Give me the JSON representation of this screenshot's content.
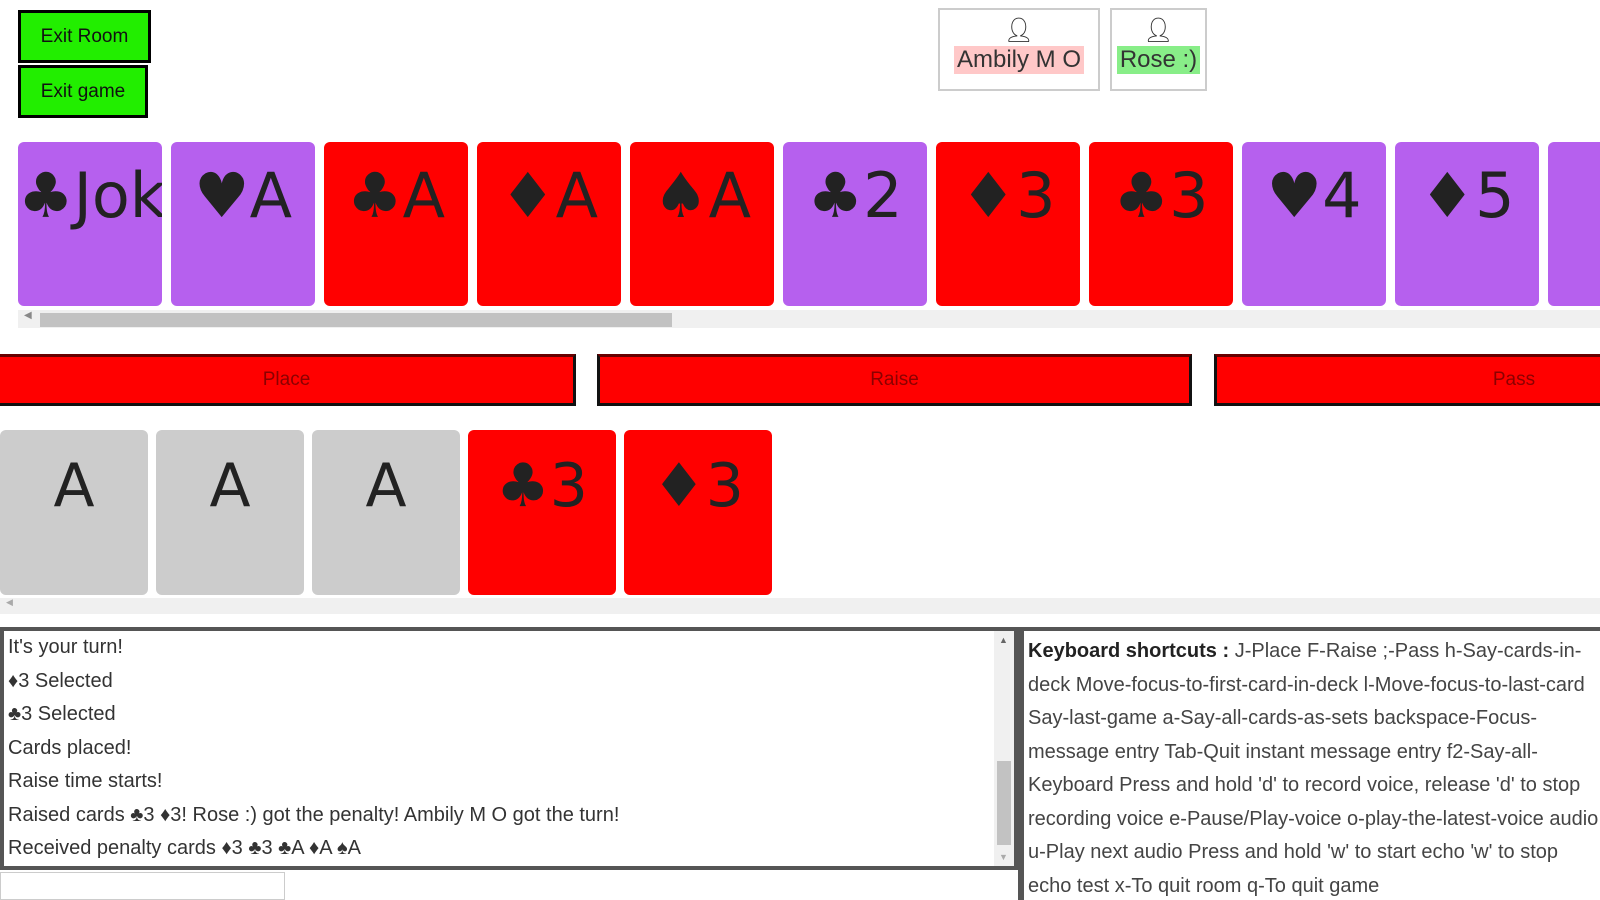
{
  "top_buttons": {
    "exit_room": "Exit Room",
    "exit_game": "Exit game"
  },
  "players": [
    {
      "icon": "user-icon",
      "name": "Ambily M O",
      "color": "#ffc8c8"
    },
    {
      "icon": "user-icon",
      "name": "Rose :)",
      "color": "#88ee88"
    }
  ],
  "colors": {
    "purple_card": "#b660ee",
    "red_card": "#ff0000",
    "placed_gray": "#cccccc",
    "button_green": "#22ee00"
  },
  "hand": [
    {
      "label": "♣Joker",
      "color": "purple"
    },
    {
      "label": "♥A",
      "color": "purple"
    },
    {
      "label": "♣A",
      "color": "red"
    },
    {
      "label": "♦A",
      "color": "red"
    },
    {
      "label": "♠A",
      "color": "red"
    },
    {
      "label": "♣2",
      "color": "purple"
    },
    {
      "label": "♦3",
      "color": "red"
    },
    {
      "label": "♣3",
      "color": "red"
    },
    {
      "label": "♥4",
      "color": "purple"
    },
    {
      "label": "♦5",
      "color": "purple"
    },
    {
      "label": "",
      "color": "purple"
    }
  ],
  "actions": {
    "place": "Place",
    "raise": "Raise",
    "pass": "Pass"
  },
  "placed": [
    {
      "label": "A",
      "color": "gray"
    },
    {
      "label": "A",
      "color": "gray"
    },
    {
      "label": "A",
      "color": "gray"
    },
    {
      "label": "♣3",
      "color": "red"
    },
    {
      "label": "♦3",
      "color": "red"
    }
  ],
  "log": [
    "It's your turn!",
    "♦3 Selected",
    "♣3 Selected",
    "Cards placed!",
    "Raise time starts!",
    "Raised cards ♣3 ♦3! Rose :) got the penalty! Ambily M O got the turn!",
    "Received penalty cards ♦3 ♣3 ♣A ♦A ♠A"
  ],
  "shortcuts": {
    "title": "Keyboard shortcuts :",
    "text": " J-Place    F-Raise    ;-Pass    h-Say-cards-in-deck Move-focus-to-first-card-in-deck l-Move-focus-to-last-card Say-last-game    a-Say-all-cards-as-sets backspace-Focus-message entry    Tab-Quit instant message entry f2-Say-all-Keyboard Press and hold 'd' to record voice, release 'd' to stop recording voice    e-Pause/Play-voice    o-play-the-latest-voice    audio    u-Play next audio    Press and hold 'w' to start echo 'w' to stop echo test    x-To quit room    q-To quit game"
  }
}
